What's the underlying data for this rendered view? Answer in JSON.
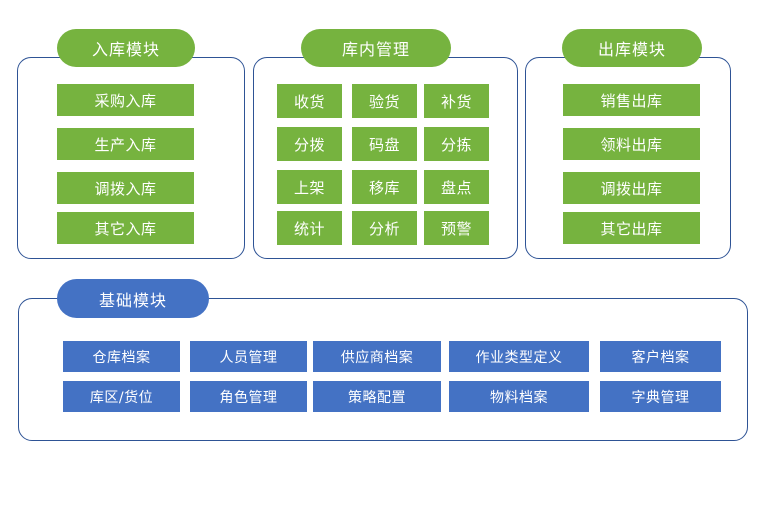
{
  "diagram": {
    "title_hidden": "",
    "colors": {
      "green": "#76B33F",
      "blue": "#4472C4",
      "panel_border": "#2E5395",
      "background": "#FFFFFF",
      "text": "#FFFFFF"
    },
    "panels": [
      {
        "id": "inbound",
        "header": "入库模块",
        "header_color": "green",
        "layout": "column",
        "items": [
          "采购入库",
          "生产入库",
          "调拨入库",
          "其它入库"
        ]
      },
      {
        "id": "in-warehouse",
        "header": "库内管理",
        "header_color": "green",
        "layout": "grid-3",
        "items": [
          "收货",
          "验货",
          "补货",
          "分拨",
          "码盘",
          "分拣",
          "上架",
          "移库",
          "盘点",
          "统计",
          "分析",
          "预警"
        ]
      },
      {
        "id": "outbound",
        "header": "出库模块",
        "header_color": "green",
        "layout": "column",
        "items": [
          "销售出库",
          "领料出库",
          "调拨出库",
          "其它出库"
        ]
      },
      {
        "id": "base",
        "header": "基础模块",
        "header_color": "blue",
        "layout": "grid-5",
        "items": [
          "仓库档案",
          "人员管理",
          "供应商档案",
          "作业类型定义",
          "客户档案",
          "库区/货位",
          "角色管理",
          "策略配置",
          "物料档案",
          "字典管理"
        ]
      }
    ]
  }
}
